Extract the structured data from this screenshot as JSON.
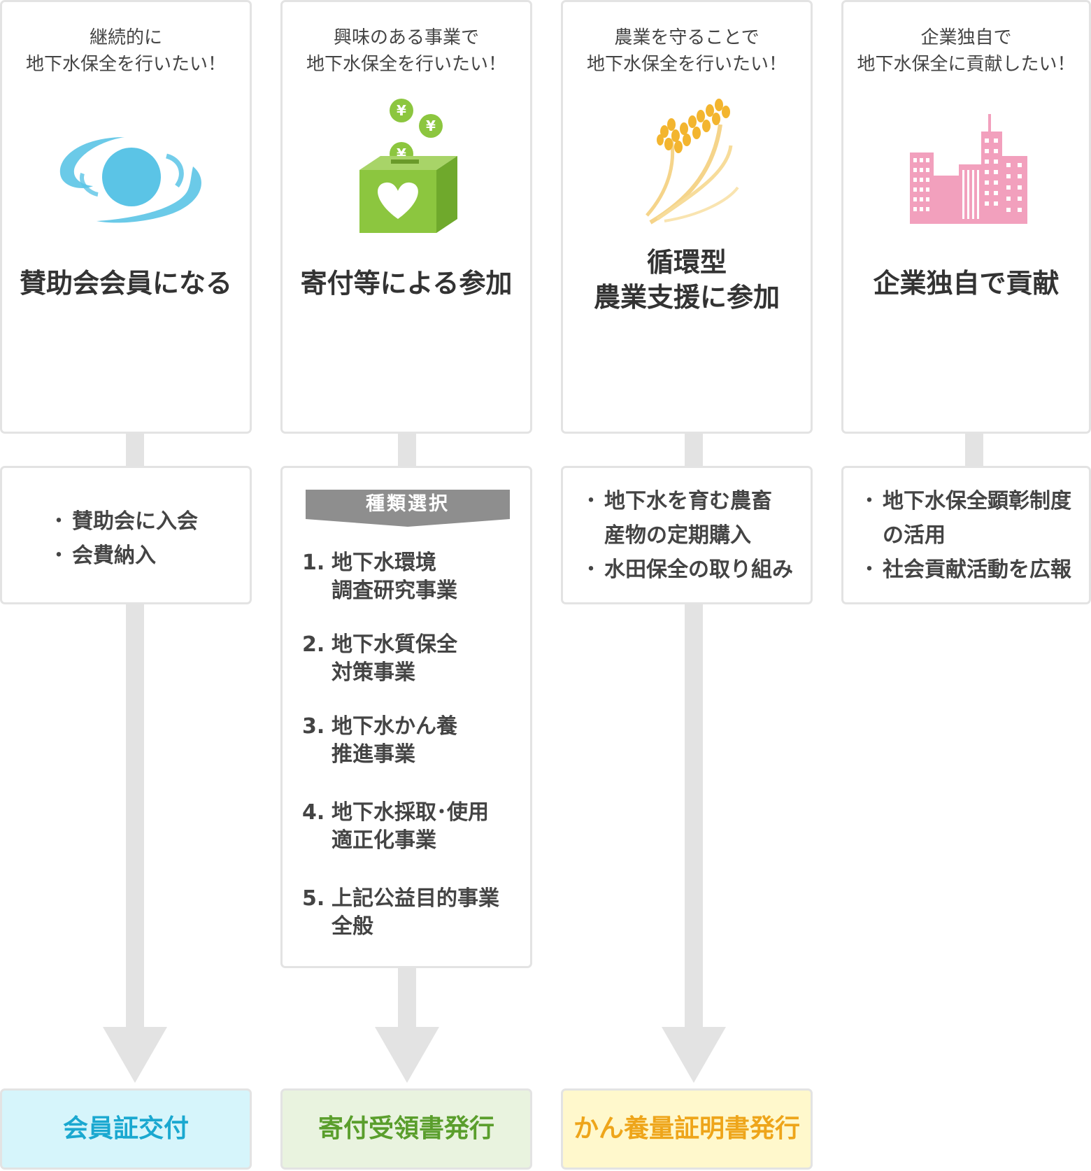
{
  "columns": [
    {
      "subtitle": "継続的に\n地下水保全を行いたい！",
      "title": "賛助会会員になる",
      "icon": "water-swirl-icon",
      "detail": {
        "bullets": [
          "賛助会に入会",
          "会費納入"
        ]
      },
      "result": "会員証交付"
    },
    {
      "subtitle": "興味のある事業で\n地下水保全を行いたい！",
      "title": "寄付等による参加",
      "icon": "donation-box-icon",
      "coin_symbol": "¥",
      "detail": {
        "banner": "種類選択",
        "items": [
          {
            "num": "1.",
            "text": "地下水環境\n調査研究事業"
          },
          {
            "num": "2.",
            "text": "地下水質保全\n対策事業"
          },
          {
            "num": "3.",
            "text": "地下水かん養\n推進事業"
          },
          {
            "num": "4.",
            "text": "地下水採取･使用\n適正化事業"
          },
          {
            "num": "5.",
            "text": "上記公益目的事業\n全般"
          }
        ]
      },
      "result": "寄付受領書発行"
    },
    {
      "subtitle": "農業を守ることで\n地下水保全を行いたい！",
      "title": "循環型\n農業支援に参加",
      "icon": "rice-plant-icon",
      "detail": {
        "bullets": [
          "地下水を育む農畜\n産物の定期購入",
          "水田保全の取り組み"
        ]
      },
      "result": "かん養量証明書発行"
    },
    {
      "subtitle": "企業独自で\n地下水保全に貢献したい！",
      "title": "企業独自で貢献",
      "icon": "office-buildings-icon",
      "detail": {
        "bullets": [
          "地下水保全顕彰制度\nの活用",
          "社会貢献活動を広報"
        ]
      }
    }
  ],
  "colors": {
    "border": "#e3e3e3",
    "result1_bg": "#d6f5fb",
    "result1_text": "#1aa8d0",
    "result2_bg": "#e9f3df",
    "result2_text": "#5a9e2c",
    "result3_bg": "#fff8cc",
    "result3_text": "#eea51a",
    "water": "#5bc4e6",
    "green": "#8cc63f",
    "gold": "#f3b52f",
    "pink": "#f2a0bd"
  }
}
